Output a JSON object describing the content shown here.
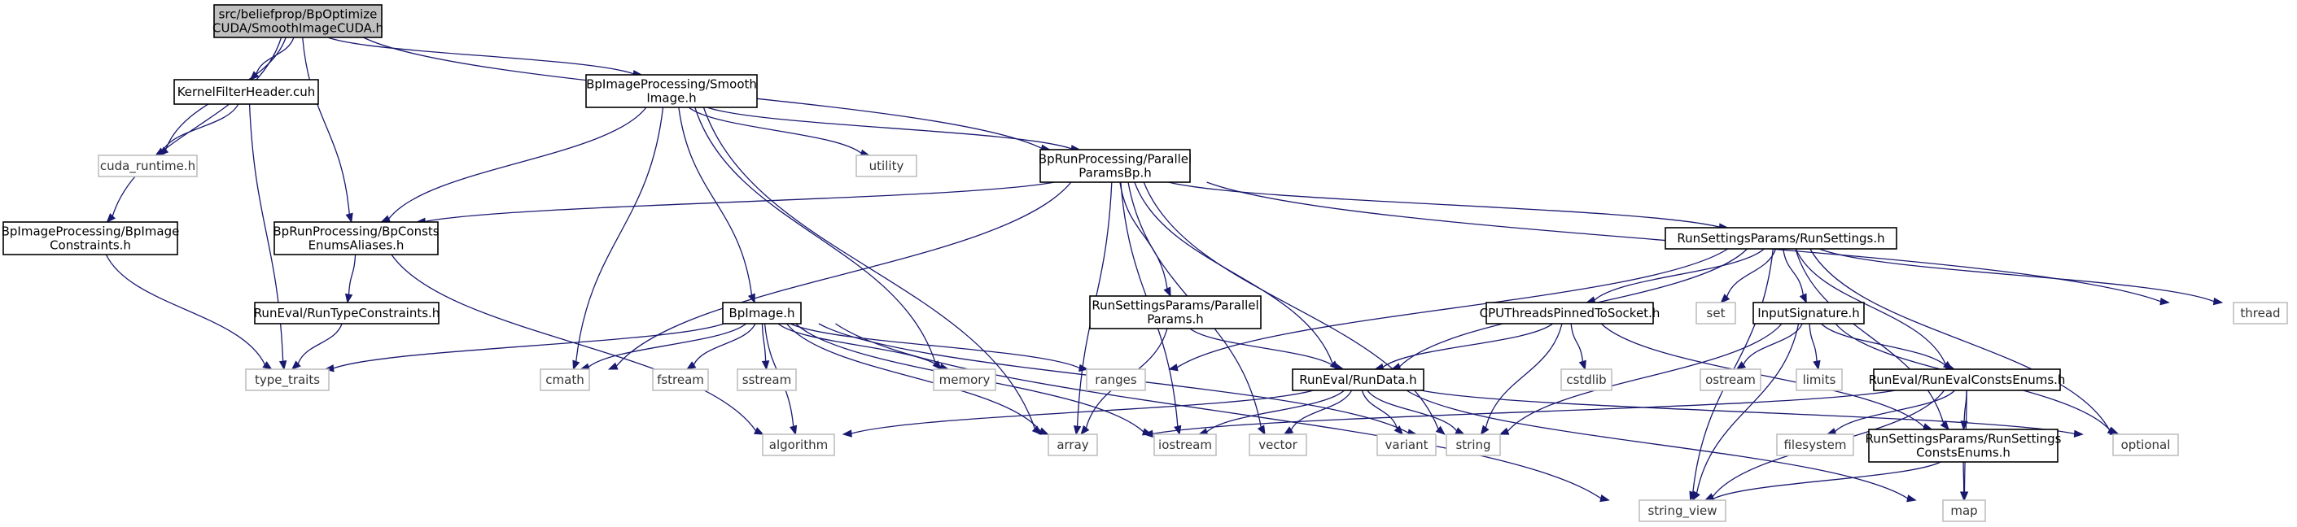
{
  "colors": {
    "edge": "#191970",
    "root_fill": "#bfbfbf",
    "doc_border": "#000000",
    "system_border": "#bfbfbf",
    "background": "#ffffff"
  },
  "nodes": [
    {
      "id": "root",
      "kind": "root",
      "lines": [
        "src/beliefprop/BpOptimize",
        "CUDA/SmoothImageCUDA.h"
      ]
    },
    {
      "id": "kernel",
      "kind": "doc",
      "lines": [
        "KernelFilterHeader.cuh"
      ]
    },
    {
      "id": "smooth",
      "kind": "doc",
      "lines": [
        "BpImageProcessing/Smooth",
        "Image.h"
      ]
    },
    {
      "id": "parallel",
      "kind": "doc",
      "lines": [
        "BpRunProcessing/Parallel",
        "ParamsBp.h"
      ]
    },
    {
      "id": "bpimgcons",
      "kind": "doc",
      "lines": [
        "BpImageProcessing/BpImage",
        "Constraints.h"
      ]
    },
    {
      "id": "consts",
      "kind": "doc",
      "lines": [
        "BpRunProcessing/BpConsts",
        "EnumsAliases.h"
      ]
    },
    {
      "id": "runtype",
      "kind": "doc",
      "lines": [
        "RunEval/RunTypeConstraints.h"
      ]
    },
    {
      "id": "bpimage",
      "kind": "doc",
      "lines": [
        "BpImage.h"
      ]
    },
    {
      "id": "rsparallel",
      "kind": "doc",
      "lines": [
        "RunSettingsParams/Parallel",
        "Params.h"
      ]
    },
    {
      "id": "rundata",
      "kind": "doc",
      "lines": [
        "RunEval/RunData.h"
      ]
    },
    {
      "id": "runsettings",
      "kind": "doc",
      "lines": [
        "RunSettingsParams/RunSettings.h"
      ]
    },
    {
      "id": "cputhreads",
      "kind": "doc",
      "lines": [
        "CPUThreadsPinnedToSocket.h"
      ]
    },
    {
      "id": "inputsig",
      "kind": "doc",
      "lines": [
        "InputSignature.h"
      ]
    },
    {
      "id": "runevalenums",
      "kind": "doc",
      "lines": [
        "RunEval/RunEvalConstsEnums.h"
      ]
    },
    {
      "id": "rsenums",
      "kind": "doc",
      "lines": [
        "RunSettingsParams/RunSettings",
        "ConstsEnums.h"
      ]
    },
    {
      "id": "cuda_runtime",
      "kind": "sys",
      "lines": [
        "cuda_runtime.h"
      ]
    },
    {
      "id": "utility",
      "kind": "sys",
      "lines": [
        "utility"
      ]
    },
    {
      "id": "type_traits",
      "kind": "sys",
      "lines": [
        "type_traits"
      ]
    },
    {
      "id": "cmath",
      "kind": "sys",
      "lines": [
        "cmath"
      ]
    },
    {
      "id": "fstream",
      "kind": "sys",
      "lines": [
        "fstream"
      ]
    },
    {
      "id": "sstream",
      "kind": "sys",
      "lines": [
        "sstream"
      ]
    },
    {
      "id": "memory",
      "kind": "sys",
      "lines": [
        "memory"
      ]
    },
    {
      "id": "ranges",
      "kind": "sys",
      "lines": [
        "ranges"
      ]
    },
    {
      "id": "algorithm",
      "kind": "sys",
      "lines": [
        "algorithm"
      ]
    },
    {
      "id": "array",
      "kind": "sys",
      "lines": [
        "array"
      ]
    },
    {
      "id": "iostream",
      "kind": "sys",
      "lines": [
        "iostream"
      ]
    },
    {
      "id": "vector",
      "kind": "sys",
      "lines": [
        "vector"
      ]
    },
    {
      "id": "variant",
      "kind": "sys",
      "lines": [
        "variant"
      ]
    },
    {
      "id": "string",
      "kind": "sys",
      "lines": [
        "string"
      ]
    },
    {
      "id": "string_view",
      "kind": "sys",
      "lines": [
        "string_view"
      ]
    },
    {
      "id": "map",
      "kind": "sys",
      "lines": [
        "map"
      ]
    },
    {
      "id": "set",
      "kind": "sys",
      "lines": [
        "set"
      ]
    },
    {
      "id": "cstdlib",
      "kind": "sys",
      "lines": [
        "cstdlib"
      ]
    },
    {
      "id": "ostream",
      "kind": "sys",
      "lines": [
        "ostream"
      ]
    },
    {
      "id": "limits",
      "kind": "sys",
      "lines": [
        "limits"
      ]
    },
    {
      "id": "filesystem",
      "kind": "sys",
      "lines": [
        "filesystem"
      ]
    },
    {
      "id": "optional",
      "kind": "sys",
      "lines": [
        "optional"
      ]
    },
    {
      "id": "thread",
      "kind": "sys",
      "lines": [
        "thread"
      ]
    }
  ],
  "edges": [
    [
      "root",
      "kernel"
    ],
    [
      "root",
      "smooth"
    ],
    [
      "root",
      "parallel"
    ],
    [
      "root",
      "bpimgcons"
    ],
    [
      "root",
      "consts"
    ],
    [
      "root",
      "cuda_runtime"
    ],
    [
      "kernel",
      "cuda_runtime"
    ],
    [
      "kernel",
      "type_traits"
    ],
    [
      "smooth",
      "consts"
    ],
    [
      "smooth",
      "parallel"
    ],
    [
      "smooth",
      "utility"
    ],
    [
      "smooth",
      "cmath"
    ],
    [
      "smooth",
      "bpimage"
    ],
    [
      "smooth",
      "memory"
    ],
    [
      "smooth",
      "array"
    ],
    [
      "bpimgcons",
      "type_traits"
    ],
    [
      "consts",
      "runtype"
    ],
    [
      "consts",
      "algorithm"
    ],
    [
      "runtype",
      "type_traits"
    ],
    [
      "parallel",
      "consts"
    ],
    [
      "parallel",
      "cmath"
    ],
    [
      "parallel",
      "array"
    ],
    [
      "parallel",
      "iostream"
    ],
    [
      "parallel",
      "rsparallel"
    ],
    [
      "parallel",
      "vector"
    ],
    [
      "parallel",
      "rundata"
    ],
    [
      "parallel",
      "string"
    ],
    [
      "parallel",
      "runsettings"
    ],
    [
      "parallel",
      "thread"
    ],
    [
      "bpimage",
      "type_traits"
    ],
    [
      "bpimage",
      "cmath"
    ],
    [
      "bpimage",
      "fstream"
    ],
    [
      "bpimage",
      "sstream"
    ],
    [
      "bpimage",
      "algorithm"
    ],
    [
      "bpimage",
      "array"
    ],
    [
      "bpimage",
      "iostream"
    ],
    [
      "bpimage",
      "memory"
    ],
    [
      "bpimage",
      "ranges"
    ],
    [
      "bpimage",
      "string"
    ],
    [
      "bpimage",
      "string_view"
    ],
    [
      "rsparallel",
      "rundata"
    ],
    [
      "rsparallel",
      "array"
    ],
    [
      "runsettings",
      "rundata"
    ],
    [
      "runsettings",
      "ranges"
    ],
    [
      "runsettings",
      "cputhreads"
    ],
    [
      "runsettings",
      "set"
    ],
    [
      "runsettings",
      "inputsig"
    ],
    [
      "runsettings",
      "runevalenums"
    ],
    [
      "runsettings",
      "rsenums"
    ],
    [
      "runsettings",
      "optional"
    ],
    [
      "runsettings",
      "thread"
    ],
    [
      "runsettings",
      "string_view"
    ],
    [
      "cputhreads",
      "rundata"
    ],
    [
      "cputhreads",
      "cstdlib"
    ],
    [
      "cputhreads",
      "string"
    ],
    [
      "cputhreads",
      "rsenums"
    ],
    [
      "rundata",
      "algorithm"
    ],
    [
      "rundata",
      "iostream"
    ],
    [
      "rundata",
      "vector"
    ],
    [
      "rundata",
      "variant"
    ],
    [
      "rundata",
      "string"
    ],
    [
      "rundata",
      "map"
    ],
    [
      "rundata",
      "optional"
    ],
    [
      "inputsig",
      "ostream"
    ],
    [
      "inputsig",
      "limits"
    ],
    [
      "inputsig",
      "string"
    ],
    [
      "inputsig",
      "string_view"
    ],
    [
      "inputsig",
      "runevalenums"
    ],
    [
      "inputsig",
      "optional"
    ],
    [
      "runevalenums",
      "array"
    ],
    [
      "runevalenums",
      "filesystem"
    ],
    [
      "runevalenums",
      "string_view"
    ],
    [
      "runevalenums",
      "rsenums"
    ],
    [
      "runevalenums",
      "map"
    ],
    [
      "rsenums",
      "string_view"
    ],
    [
      "rsenums",
      "map"
    ]
  ]
}
